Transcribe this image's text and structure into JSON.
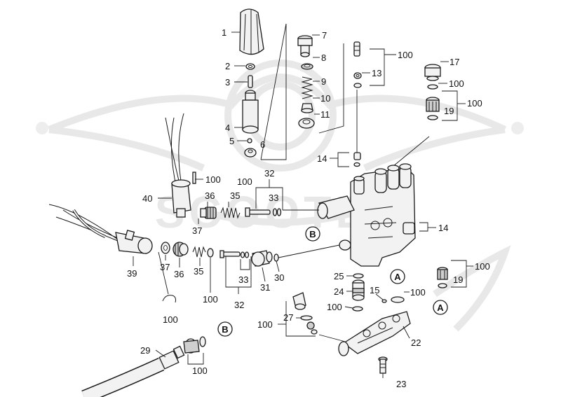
{
  "watermark": {
    "text": "SCOOTER"
  },
  "callouts": [
    {
      "id": "c1",
      "text": "1"
    },
    {
      "id": "c2",
      "text": "2"
    },
    {
      "id": "c3",
      "text": "3"
    },
    {
      "id": "c4",
      "text": "4"
    },
    {
      "id": "c5",
      "text": "5"
    },
    {
      "id": "c6",
      "text": "6"
    },
    {
      "id": "c7",
      "text": "7"
    },
    {
      "id": "c8",
      "text": "8"
    },
    {
      "id": "c9",
      "text": "9"
    },
    {
      "id": "c10",
      "text": "10"
    },
    {
      "id": "c11",
      "text": "11"
    },
    {
      "id": "c100a",
      "text": "100"
    },
    {
      "id": "c13",
      "text": "13"
    },
    {
      "id": "c14a",
      "text": "14"
    },
    {
      "id": "c17",
      "text": "17"
    },
    {
      "id": "c100b",
      "text": "100"
    },
    {
      "id": "c100c",
      "text": "100"
    },
    {
      "id": "c19a",
      "text": "19"
    },
    {
      "id": "c32a",
      "text": "32"
    },
    {
      "id": "c100d",
      "text": "100"
    },
    {
      "id": "c100e",
      "text": "100"
    },
    {
      "id": "c36a",
      "text": "36"
    },
    {
      "id": "c35a",
      "text": "35"
    },
    {
      "id": "c33a",
      "text": "33"
    },
    {
      "id": "c40",
      "text": "40"
    },
    {
      "id": "c37a",
      "text": "37"
    },
    {
      "id": "c14b",
      "text": "14"
    },
    {
      "id": "c39",
      "text": "39"
    },
    {
      "id": "c37b",
      "text": "37"
    },
    {
      "id": "c36b",
      "text": "36"
    },
    {
      "id": "c35b",
      "text": "35"
    },
    {
      "id": "c100f",
      "text": "100"
    },
    {
      "id": "c33b",
      "text": "33"
    },
    {
      "id": "c31",
      "text": "31"
    },
    {
      "id": "c30",
      "text": "30"
    },
    {
      "id": "c32b",
      "text": "32"
    },
    {
      "id": "c25",
      "text": "25"
    },
    {
      "id": "c24",
      "text": "24"
    },
    {
      "id": "c15",
      "text": "15"
    },
    {
      "id": "c100g",
      "text": "100"
    },
    {
      "id": "c100h",
      "text": "100"
    },
    {
      "id": "c100i",
      "text": "100"
    },
    {
      "id": "c19b",
      "text": "19"
    },
    {
      "id": "c100j",
      "text": "100"
    },
    {
      "id": "c100k",
      "text": "100"
    },
    {
      "id": "c27",
      "text": "27"
    },
    {
      "id": "c22",
      "text": "22"
    },
    {
      "id": "c29",
      "text": "29"
    },
    {
      "id": "c100l",
      "text": "100"
    },
    {
      "id": "c23",
      "text": "23"
    }
  ],
  "connection_tags": [
    {
      "id": "tb1",
      "text": "B"
    },
    {
      "id": "ta1",
      "text": "A"
    },
    {
      "id": "ta2",
      "text": "A"
    },
    {
      "id": "tb2",
      "text": "B"
    }
  ]
}
